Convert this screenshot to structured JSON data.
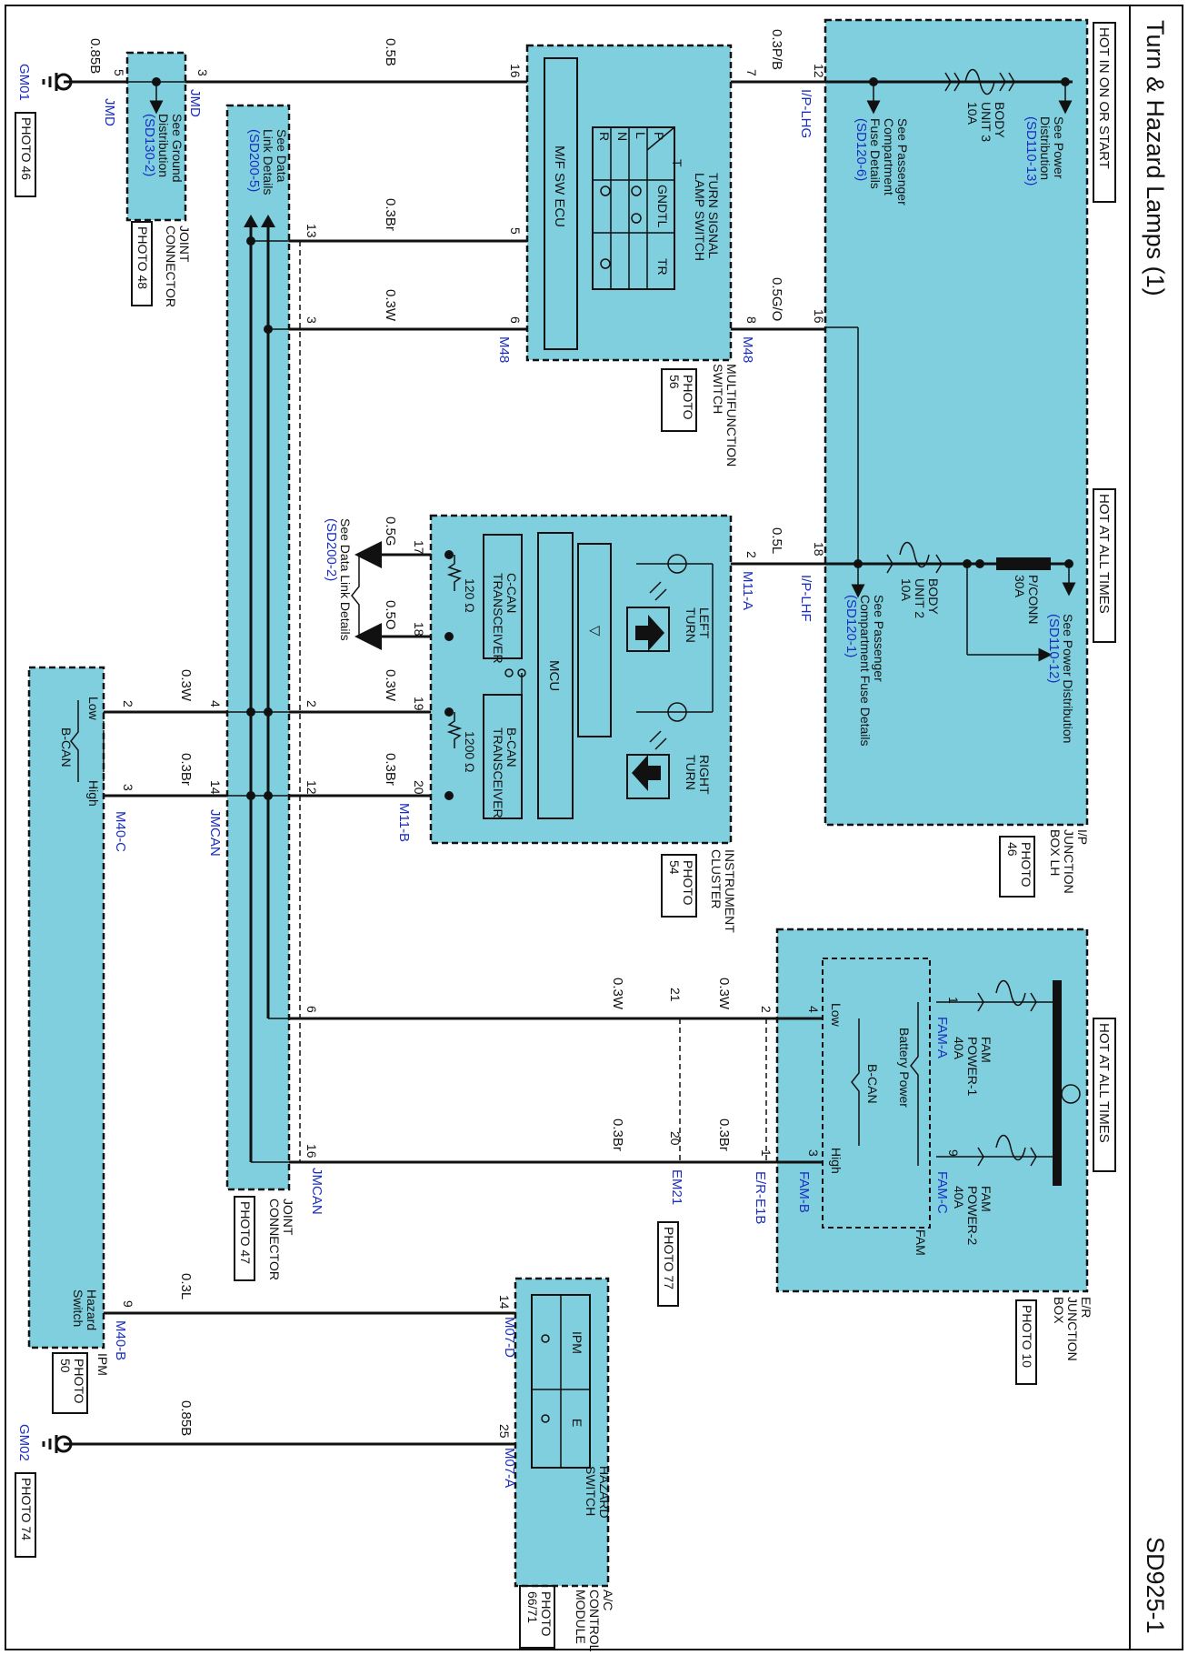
{
  "page": {
    "title": "Turn & Hazard Lamps (1)",
    "code": "SD925-1"
  },
  "power_labels": {
    "hot_in_on_or_start": "HOT IN ON OR START",
    "hot_at_all_times_1": "HOT AT ALL TIMES",
    "hot_at_all_times_2": "HOT AT ALL TIMES"
  },
  "ip_junction": {
    "name": [
      "I/P",
      "JUNCTION",
      "BOX LH"
    ],
    "photo": [
      "PHOTO",
      "46"
    ],
    "see_power_1": [
      "See Power",
      "Distribution"
    ],
    "see_power_1_ref": "(SD110-13)",
    "fuse_body3": [
      "BODY",
      "UNIT 3",
      "10A"
    ],
    "see_pass_1": [
      "See Passenger",
      "Compartment",
      "Fuse Details"
    ],
    "see_pass_1_ref": "(SD120-6)",
    "see_power_2": "See Power Distribution",
    "see_power_2_ref": "(SD110-12)",
    "pconn": [
      "P/CONN",
      "30A"
    ],
    "fuse_body2": [
      "BODY",
      "UNIT 2",
      "10A"
    ],
    "see_pass_2": [
      "See Passenger",
      "Compartment Fuse Details"
    ],
    "see_pass_2_ref": "(SD120-1)",
    "conn_lhg": "I/P-LHG",
    "conn_lhf": "I/P-LHF"
  },
  "multifunction": {
    "name": [
      "MULTIFUNCTION",
      "SWITCH"
    ],
    "photo": [
      "PHOTO",
      "56"
    ],
    "ecu": "M/F SW ECU",
    "lamp_switch": [
      "TURN SIGNAL",
      "LAMP SWITCH"
    ],
    "sw_cols": [
      "GND",
      "TL",
      "TR"
    ],
    "sw_rows": [
      "P",
      "L",
      "N",
      "R"
    ],
    "sw_t": "T",
    "conn": "M48"
  },
  "cluster": {
    "name": [
      "INSTRUMENT",
      "CLUSTER"
    ],
    "photo": [
      "PHOTO",
      "54"
    ],
    "left_turn": [
      "LEFT",
      "TURN"
    ],
    "right_turn": [
      "RIGHT",
      "TURN"
    ],
    "mcu": "MCU",
    "ccan": [
      "C-CAN",
      "TRANSCEIVER"
    ],
    "bcan": [
      "B-CAN",
      "TRANSCEIVER"
    ],
    "r_c": "120 Ω",
    "r_b": "1200 Ω",
    "conn_a": "M11-A",
    "conn_b": "M11-B"
  },
  "data_link": {
    "see1": [
      "See Data Link Details"
    ],
    "see1_ref": "(SD200-2)",
    "see2": [
      "See Data",
      "Link Details"
    ],
    "see2_ref": "(SD200-5)"
  },
  "jmd": {
    "see_ground": [
      "See Ground",
      "Distribution"
    ],
    "see_ground_ref": "(SD130-2)",
    "name": [
      "JOINT",
      "CONNECTOR"
    ],
    "photo": "PHOTO 48",
    "conn": "JMD"
  },
  "jmcan": {
    "name": [
      "JOINT",
      "CONNECTOR"
    ],
    "photo": "PHOTO 47",
    "conn": "JMCAN"
  },
  "er_junction": {
    "name": [
      "E/R",
      "JUNCTION",
      "BOX"
    ],
    "photo": "PHOTO 10",
    "fam": "FAM",
    "fam_power1": [
      "FAM",
      "POWER-1",
      "40A"
    ],
    "fam_power2": [
      "FAM",
      "POWER-2",
      "40A"
    ],
    "battery_power": "Battery Power",
    "bcan": "B-CAN",
    "low": "Low",
    "high": "High",
    "conn_fama": "FAM-A",
    "conn_famb": "FAM-B",
    "conn_famc": "FAM-C",
    "conn_ere1b": "E/R-E1B"
  },
  "em21": {
    "conn": "EM21",
    "photo": "PHOTO 77"
  },
  "ipm": {
    "name": "IPM",
    "photo": [
      "PHOTO",
      "50"
    ],
    "bcan": "B-CAN",
    "low": "Low",
    "high": "High",
    "hazard": [
      "Hazard",
      "Switch"
    ],
    "conn_c": "M40-C",
    "conn_b": "M40-B"
  },
  "ac_module": {
    "name": [
      "A/C",
      "CONTROL",
      "MODULE"
    ],
    "photo": [
      "PHOTO",
      "66/71"
    ],
    "hazard_sw": [
      "HAZARD",
      "SWITCH"
    ],
    "ipm": "IPM",
    "e": "E",
    "conn_d": "M07-D",
    "conn_a": "M07-A"
  },
  "grounds": {
    "gm01": "GM01",
    "gm01_photo": "PHOTO 46",
    "gm02": "GM02",
    "gm02_photo": "PHOTO 74"
  },
  "wires": {
    "w_085b_1": "0.85B",
    "w_05b": "0.5B",
    "w_03pb": "0.3P/B",
    "w_03br_1": "0.3Br",
    "w_03w_1": "0.3W",
    "w_05go": "0.5G/O",
    "w_05l": "0.5L",
    "w_05g": "0.5G",
    "w_05o": "0.5O",
    "w_03w_2": "0.3W",
    "w_03br_2": "0.3Br",
    "w_03w_3": "0.3W",
    "w_03br_3": "0.3Br",
    "w_03w_4": "0.3W",
    "w_03w_5": "0.3W",
    "w_03br_4": "0.3Br",
    "w_03br_5": "0.3Br",
    "w_03l": "0.3L",
    "w_085b_2": "0.85B"
  },
  "pins": {
    "jmd_5": "5",
    "jmd_3": "3",
    "mf_16": "16",
    "mf_7": "7",
    "ip_12": "12",
    "mf_5": "5",
    "mf_6": "6",
    "mf_8": "8",
    "ip_16": "16",
    "jc_13": "13",
    "jc_3": "3",
    "cl_2": "2",
    "ip_18": "18",
    "cl_17": "17",
    "cl_18": "18",
    "cl_19": "19",
    "cl_20": "20",
    "jc_2": "2",
    "jc_12": "12",
    "jc_4": "4",
    "jc_14": "14",
    "ipm_2": "2",
    "ipm_3": "3",
    "jc_6": "6",
    "em_21": "21",
    "er_2": "2",
    "fam_4": "4",
    "fam_1": "1",
    "jc_16": "16",
    "em_20": "20",
    "er_1": "1",
    "fam_3": "3",
    "fam_9": "9",
    "ipm_9": "9",
    "ac_14": "14",
    "ac_25": "25"
  }
}
